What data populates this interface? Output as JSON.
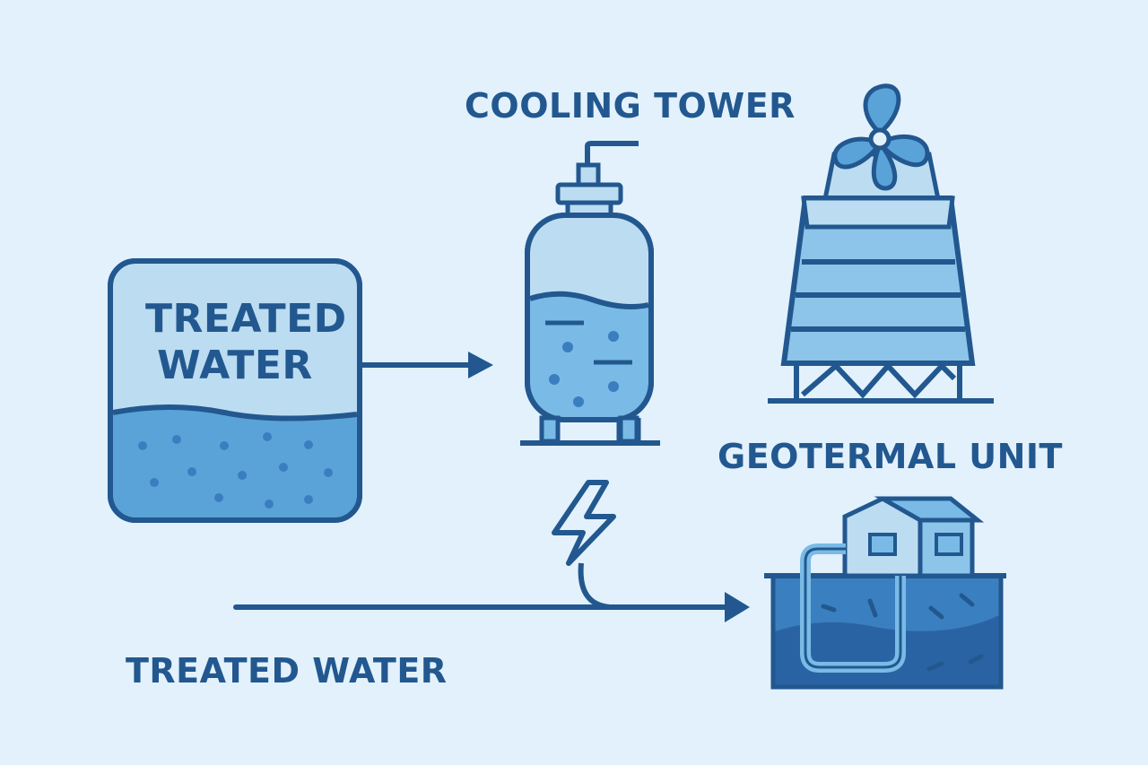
{
  "labels": {
    "cooling_tower": "COOLING TOWER",
    "tank_line1": "TREATED",
    "tank_line2": "WATER",
    "geothermal_unit": "GEOTERMAL UNIT",
    "bottom_treated_water": "TREATED WATER"
  },
  "colors": {
    "background": "#e2f1fc",
    "outline": "#22588f",
    "water_light": "#bcdcf1",
    "water_mid": "#79bbe6",
    "water_deep": "#5aa3d8",
    "ground": "#3a7fc0",
    "ground_deep": "#2a63a3"
  },
  "icons": [
    "treated-water-tank-icon",
    "pressure-filter-vessel-icon",
    "cooling-tower-icon",
    "fan-icon",
    "lightning-bolt-icon",
    "geothermal-house-icon"
  ]
}
